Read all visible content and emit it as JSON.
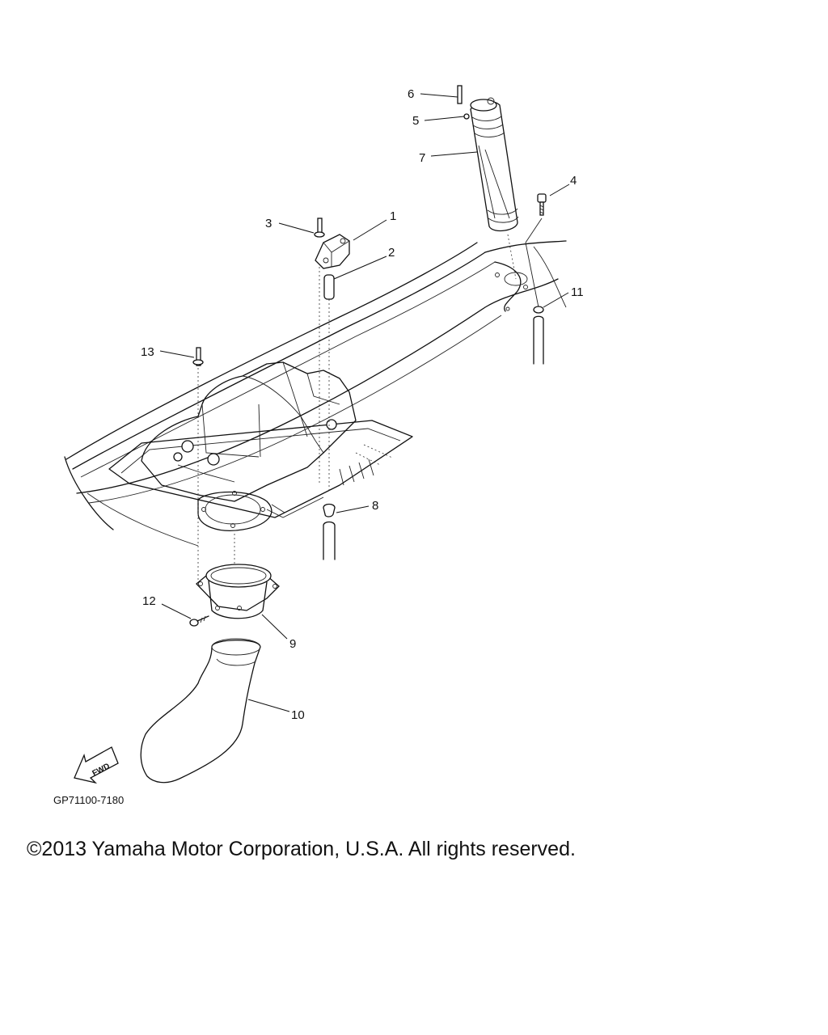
{
  "callouts": {
    "c1": "1",
    "c2": "2",
    "c3": "3",
    "c4": "4",
    "c5": "5",
    "c6": "6",
    "c7": "7",
    "c8": "8",
    "c9": "9",
    "c10": "10",
    "c11": "11",
    "c12": "12",
    "c13": "13"
  },
  "fwd_label": "FWD",
  "diagram_code": "GP71100-7180",
  "copyright": "©2013 Yamaha Motor Corporation, U.S.A. All rights reserved."
}
